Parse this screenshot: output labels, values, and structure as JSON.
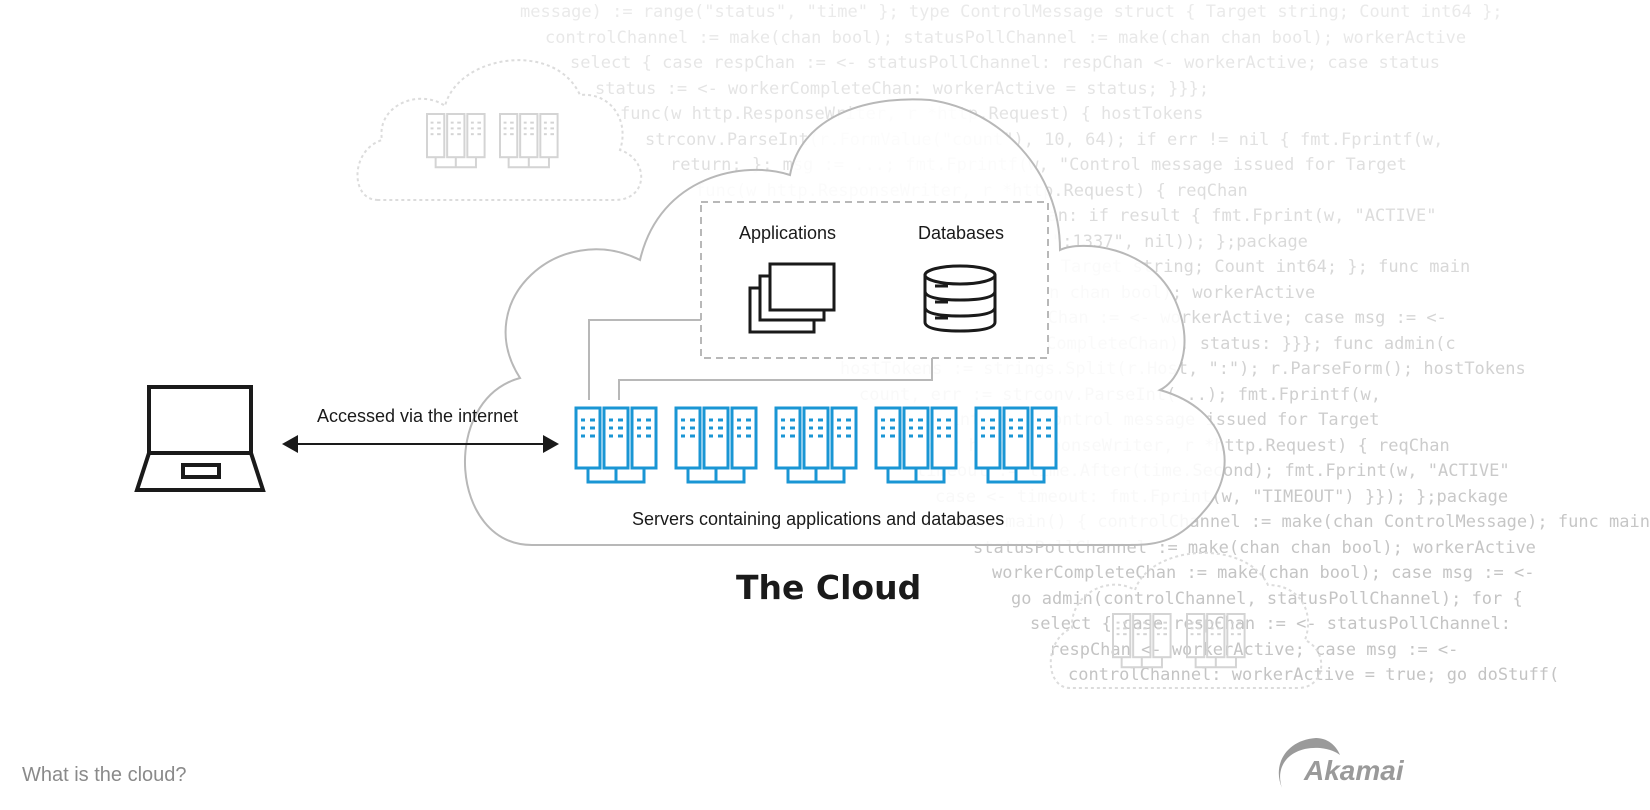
{
  "background_code": [
    "message) := range(\"status\", \"time\" }; type ControlMessage struct { Target string; Count int64 };",
    "controlChannel := make(chan bool); statusPollChannel := make(chan chan bool); workerActive",
    "select { case respChan := <- statusPollChannel: respChan <- workerActive; case status",
    "status := <- workerCompleteChan: workerActive = status; }}};",
    "func(w http.ResponseWriter, r *http.Request) { hostTokens",
    "strconv.ParseInt(r.FormValue(\"count\"), 10, 64); if err != nil { fmt.Fprintf(w,",
    "return; }; msg := ...; fmt.Fprintf(w, \"Control message issued for Target",
    "func(w http.ResponseWriter, r *http.Request) { reqChan",
    "select { case result := <- reqChan: if result { fmt.Fprint(w, \"ACTIVE\"",
    "log.Fatal(http.ListenAndServe(\":1337\", nil)); };package",
    "type ControlMessage struct { Target string; Count int64; }; func main",
    "controlChannel := make(chan chan bool); workerActive",
    "for { select { case respChan := <- workerActive; case msg := <-",
    "go doStuff(msg, workerCompleteChan); status: }}}; func admin(c",
    "hostTokens := strings.Split(r.Host, \":\"); r.ParseForm(); hostTokens",
    "count, err := strconv.ParseInt(...); fmt.Fprintf(w,",
    "fmt.Fprintf(w, \"Control message issued for Target",
    "func(w http.ResponseWriter, r *http.Request) { reqChan",
    "timeout := time.After(time.Second); fmt.Fprint(w, \"ACTIVE\"",
    "case <- timeout: fmt.Fprint(w, \"TIMEOUT\") }}); };package",
    "func main() { controlChannel := make(chan ControlMessage); func main",
    "statusPollChannel := make(chan chan bool); workerActive",
    "workerCompleteChan := make(chan bool); case msg := <-",
    "go admin(controlChannel, statusPollChannel); for {",
    "select { case respChan := <- statusPollChannel:",
    "respChan <- workerActive; case msg := <-",
    "controlChannel: workerActive = true; go doStuff("
  ],
  "labels": {
    "applications": "Applications",
    "databases": "Databases",
    "access": "Accessed via the internet",
    "servers": "Servers containing applications and databases",
    "cloud_title": "The Cloud",
    "footer": "What is the cloud?",
    "brand": "Akamai"
  },
  "colors": {
    "server_blue": "#1a96d4",
    "outline_gray": "#b8b8b8",
    "faint_gray": "#dcdcdc",
    "ink": "#1a1a1a"
  },
  "icons": {
    "laptop": "laptop-icon",
    "applications": "stacked-windows-icon",
    "databases": "database-icon",
    "servers": "server-rack-icon",
    "arrow": "double-arrow-icon",
    "brand": "akamai-logo-icon"
  },
  "server_group_count": 5
}
